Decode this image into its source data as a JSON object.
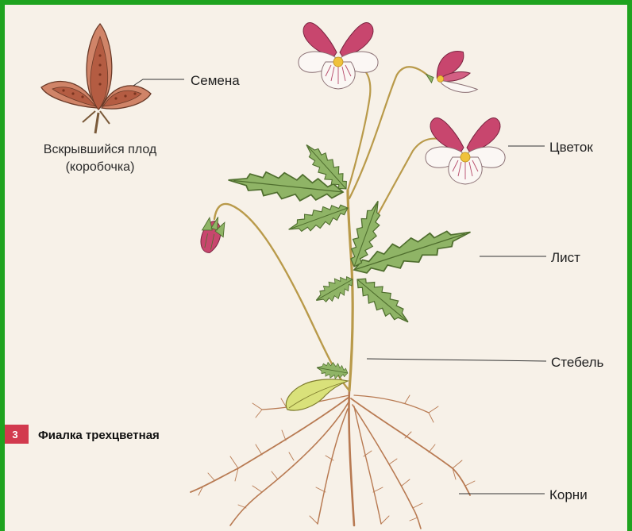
{
  "figure": {
    "number": "3",
    "title": "Фиалка трехцветная"
  },
  "fruit": {
    "caption_line1": "Вскрывшийся плод",
    "caption_line2": "(коробочка)"
  },
  "labels": {
    "seeds": "Семена",
    "flower": "Цветок",
    "leaf": "Лист",
    "stem": "Стебель",
    "roots": "Корни"
  },
  "colors": {
    "frame": "#1fa31f",
    "background": "#f7f1e8",
    "petal_pink": "#c8466e",
    "petal_white": "#fbf7f4",
    "leaf_green": "#7fa85a",
    "stem": "#b99a4a",
    "root": "#b87a52",
    "badge": "#d23a4e"
  }
}
